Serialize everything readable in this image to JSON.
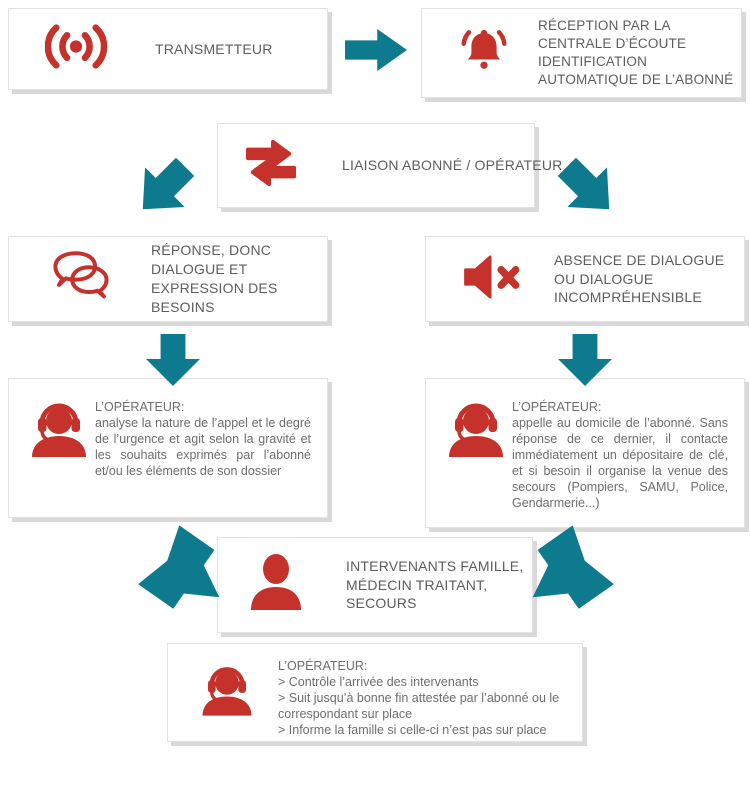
{
  "colors": {
    "red": "#c5312b",
    "teal": "#0d7b8d",
    "label_text": "#5c5d5f",
    "body_text": "#6d6e70",
    "box_border": "#e2e2e2",
    "box_shadow": "#d9d9d9"
  },
  "flow": {
    "transmetteur": {
      "label": "TRANSMETTEUR",
      "icon": "broadcast-icon"
    },
    "reception": {
      "line1": "RÉCEPTION PAR LA CENTRALE D’ÉCOUTE",
      "line2": "IDENTIFICATION AUTOMATIQUE DE L’ABONNÉ",
      "icon": "bell-icon"
    },
    "liaison": {
      "label": "LIAISON ABONNÉ / OPÉRATEUR",
      "icon": "exchange-arrows-icon"
    },
    "reponse": {
      "label": "RÉPONSE, DONC DIALOGUE ET EXPRESSION DES BESOINS",
      "icon": "chat-bubbles-icon"
    },
    "absence": {
      "label": "ABSENCE DE DIALOGUE OU DIALOGUE INCOMPRÉHENSIBLE",
      "icon": "speaker-mute-icon"
    },
    "operateur_gauche": {
      "title": "L’OPÉRATEUR:",
      "body": "analyse la nature de l’appel et le degré de l’urgence et agit selon la gravité et les souhaits exprimés par l’abonné et/ou les éléments de son dossier",
      "icon": "operator-headset-icon"
    },
    "operateur_droite": {
      "title": "L’OPÉRATEUR:",
      "body": "appelle au domicile de l’abonné. Sans réponse de ce dernier, il contacte immédiatement un dépositaire de clé, et si besoin il organise la venue des secours (Pompiers, SAMU, Police, Gendarmerie...)",
      "icon": "operator-headset-icon"
    },
    "intervenants": {
      "label": "INTERVENANTS FAMILLE, MÉDECIN TRAITANT, SECOURS",
      "icon": "person-icon"
    },
    "operateur_bas": {
      "title": "L’OPÉRATEUR:",
      "bullets": [
        "> Contrôle l’arrivée des intervenants",
        "> Suit jusqu’à bonne fin attestée par l’abonné ou le correspondant sur place",
        "> Informe la famille si celle-ci n’est pas sur place"
      ],
      "icon": "operator-headset-icon"
    }
  }
}
